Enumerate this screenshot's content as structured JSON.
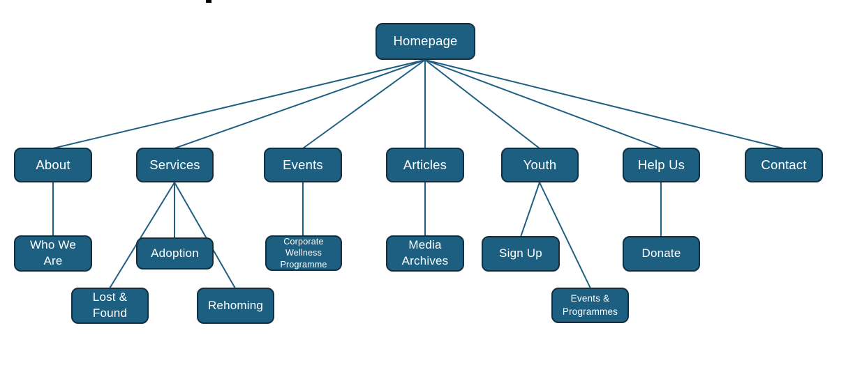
{
  "diagram": {
    "type": "sitemap-tree",
    "colors": {
      "node_fill": "#1D5F80",
      "node_border": "#122E3F",
      "node_text": "#FFFFFF",
      "connector": "#1F5F82",
      "background": "#FFFFFF"
    },
    "nodes": {
      "homepage": {
        "label": "Homepage",
        "level": 1
      },
      "about": {
        "label": "About",
        "level": 2
      },
      "services": {
        "label": "Services",
        "level": 2
      },
      "events": {
        "label": "Events",
        "level": 2
      },
      "articles": {
        "label": "Articles",
        "level": 2
      },
      "youth": {
        "label": "Youth",
        "level": 2
      },
      "help_us": {
        "label": "Help Us",
        "level": 2
      },
      "contact": {
        "label": "Contact",
        "level": 2
      },
      "who_we_are": {
        "label": "Who We\nAre",
        "level": 3
      },
      "adoption": {
        "label": "Adoption",
        "level": 3
      },
      "lost_found": {
        "label": "Lost &\nFound",
        "level": 3
      },
      "rehoming": {
        "label": "Rehoming",
        "level": 3
      },
      "corporate_wellness": {
        "label": "Corporate\nWellness\nProgramme",
        "level": 3
      },
      "media_archives": {
        "label": "Media\nArchives",
        "level": 3
      },
      "sign_up": {
        "label": "Sign Up",
        "level": 3
      },
      "events_programmes": {
        "label": "Events &\nProgrammes",
        "level": 3
      },
      "donate": {
        "label": "Donate",
        "level": 3
      }
    },
    "edges": [
      [
        "homepage",
        "about"
      ],
      [
        "homepage",
        "services"
      ],
      [
        "homepage",
        "events"
      ],
      [
        "homepage",
        "articles"
      ],
      [
        "homepage",
        "youth"
      ],
      [
        "homepage",
        "help_us"
      ],
      [
        "homepage",
        "contact"
      ],
      [
        "about",
        "who_we_are"
      ],
      [
        "services",
        "adoption"
      ],
      [
        "services",
        "lost_found"
      ],
      [
        "services",
        "rehoming"
      ],
      [
        "events",
        "corporate_wellness"
      ],
      [
        "articles",
        "media_archives"
      ],
      [
        "youth",
        "sign_up"
      ],
      [
        "youth",
        "events_programmes"
      ],
      [
        "help_us",
        "donate"
      ]
    ]
  }
}
